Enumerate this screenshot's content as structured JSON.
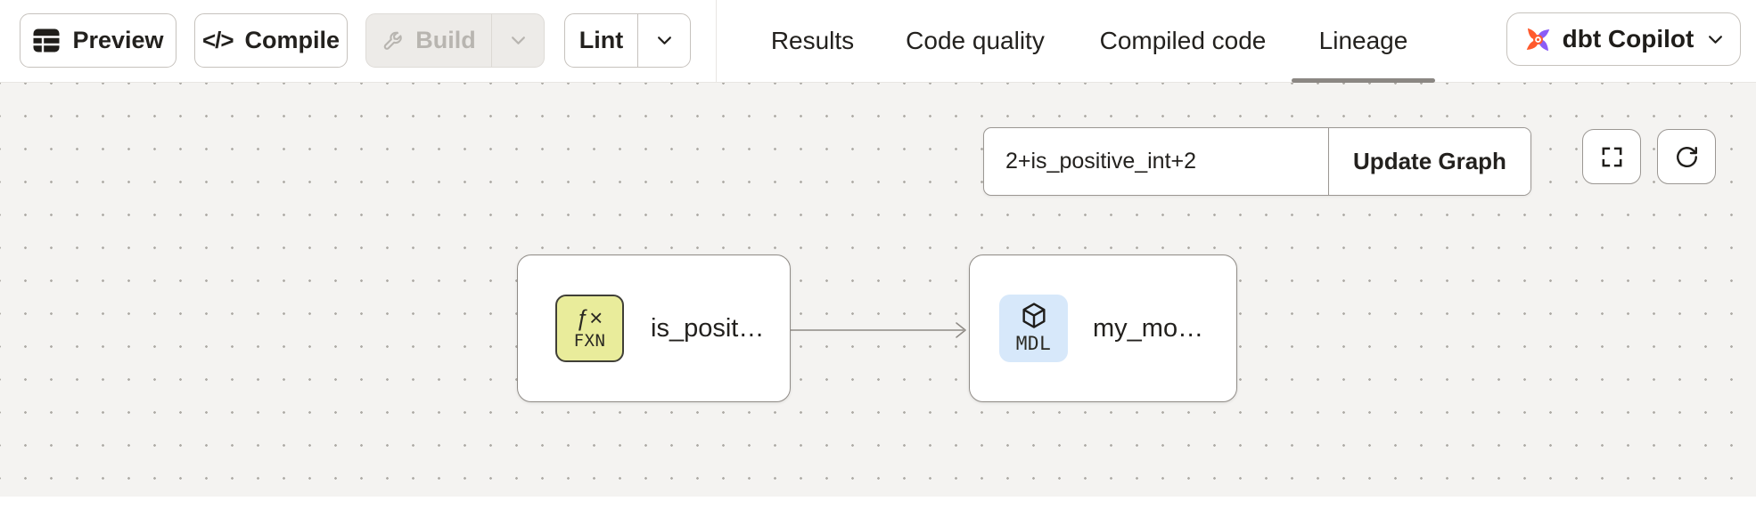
{
  "toolbar": {
    "preview_label": "Preview",
    "compile_label": "Compile",
    "compile_glyph": "</>",
    "build_label": "Build",
    "lint_label": "Lint"
  },
  "tabs": [
    {
      "label": "Results",
      "active": false
    },
    {
      "label": "Code quality",
      "active": false
    },
    {
      "label": "Compiled code",
      "active": false
    },
    {
      "label": "Lineage",
      "active": true
    }
  ],
  "copilot_button": {
    "label": "dbt Copilot"
  },
  "lineage": {
    "selector_value": "2+is_positive_int+2",
    "update_button_label": "Update Graph",
    "nodes": [
      {
        "type": "function",
        "badge_glyph": "ƒ×",
        "badge_label": "FXN",
        "label": "is_posit…",
        "badge_color": "#E9EC9B"
      },
      {
        "type": "model",
        "badge_label": "MDL",
        "label": "my_mo…",
        "badge_color": "#D7E8FA"
      }
    ],
    "edge": {
      "from": "is_posit…",
      "to": "my_mo…"
    }
  },
  "colors": {
    "canvas_background": "#F4F3F1",
    "canvas_dots": "#AFACA7",
    "active_tab_underline": "#8B8783",
    "dbt_logo_orange": "#FF5A2D",
    "dbt_logo_purple": "#8B5CF6",
    "disabled_text": "#B8B5B0"
  }
}
